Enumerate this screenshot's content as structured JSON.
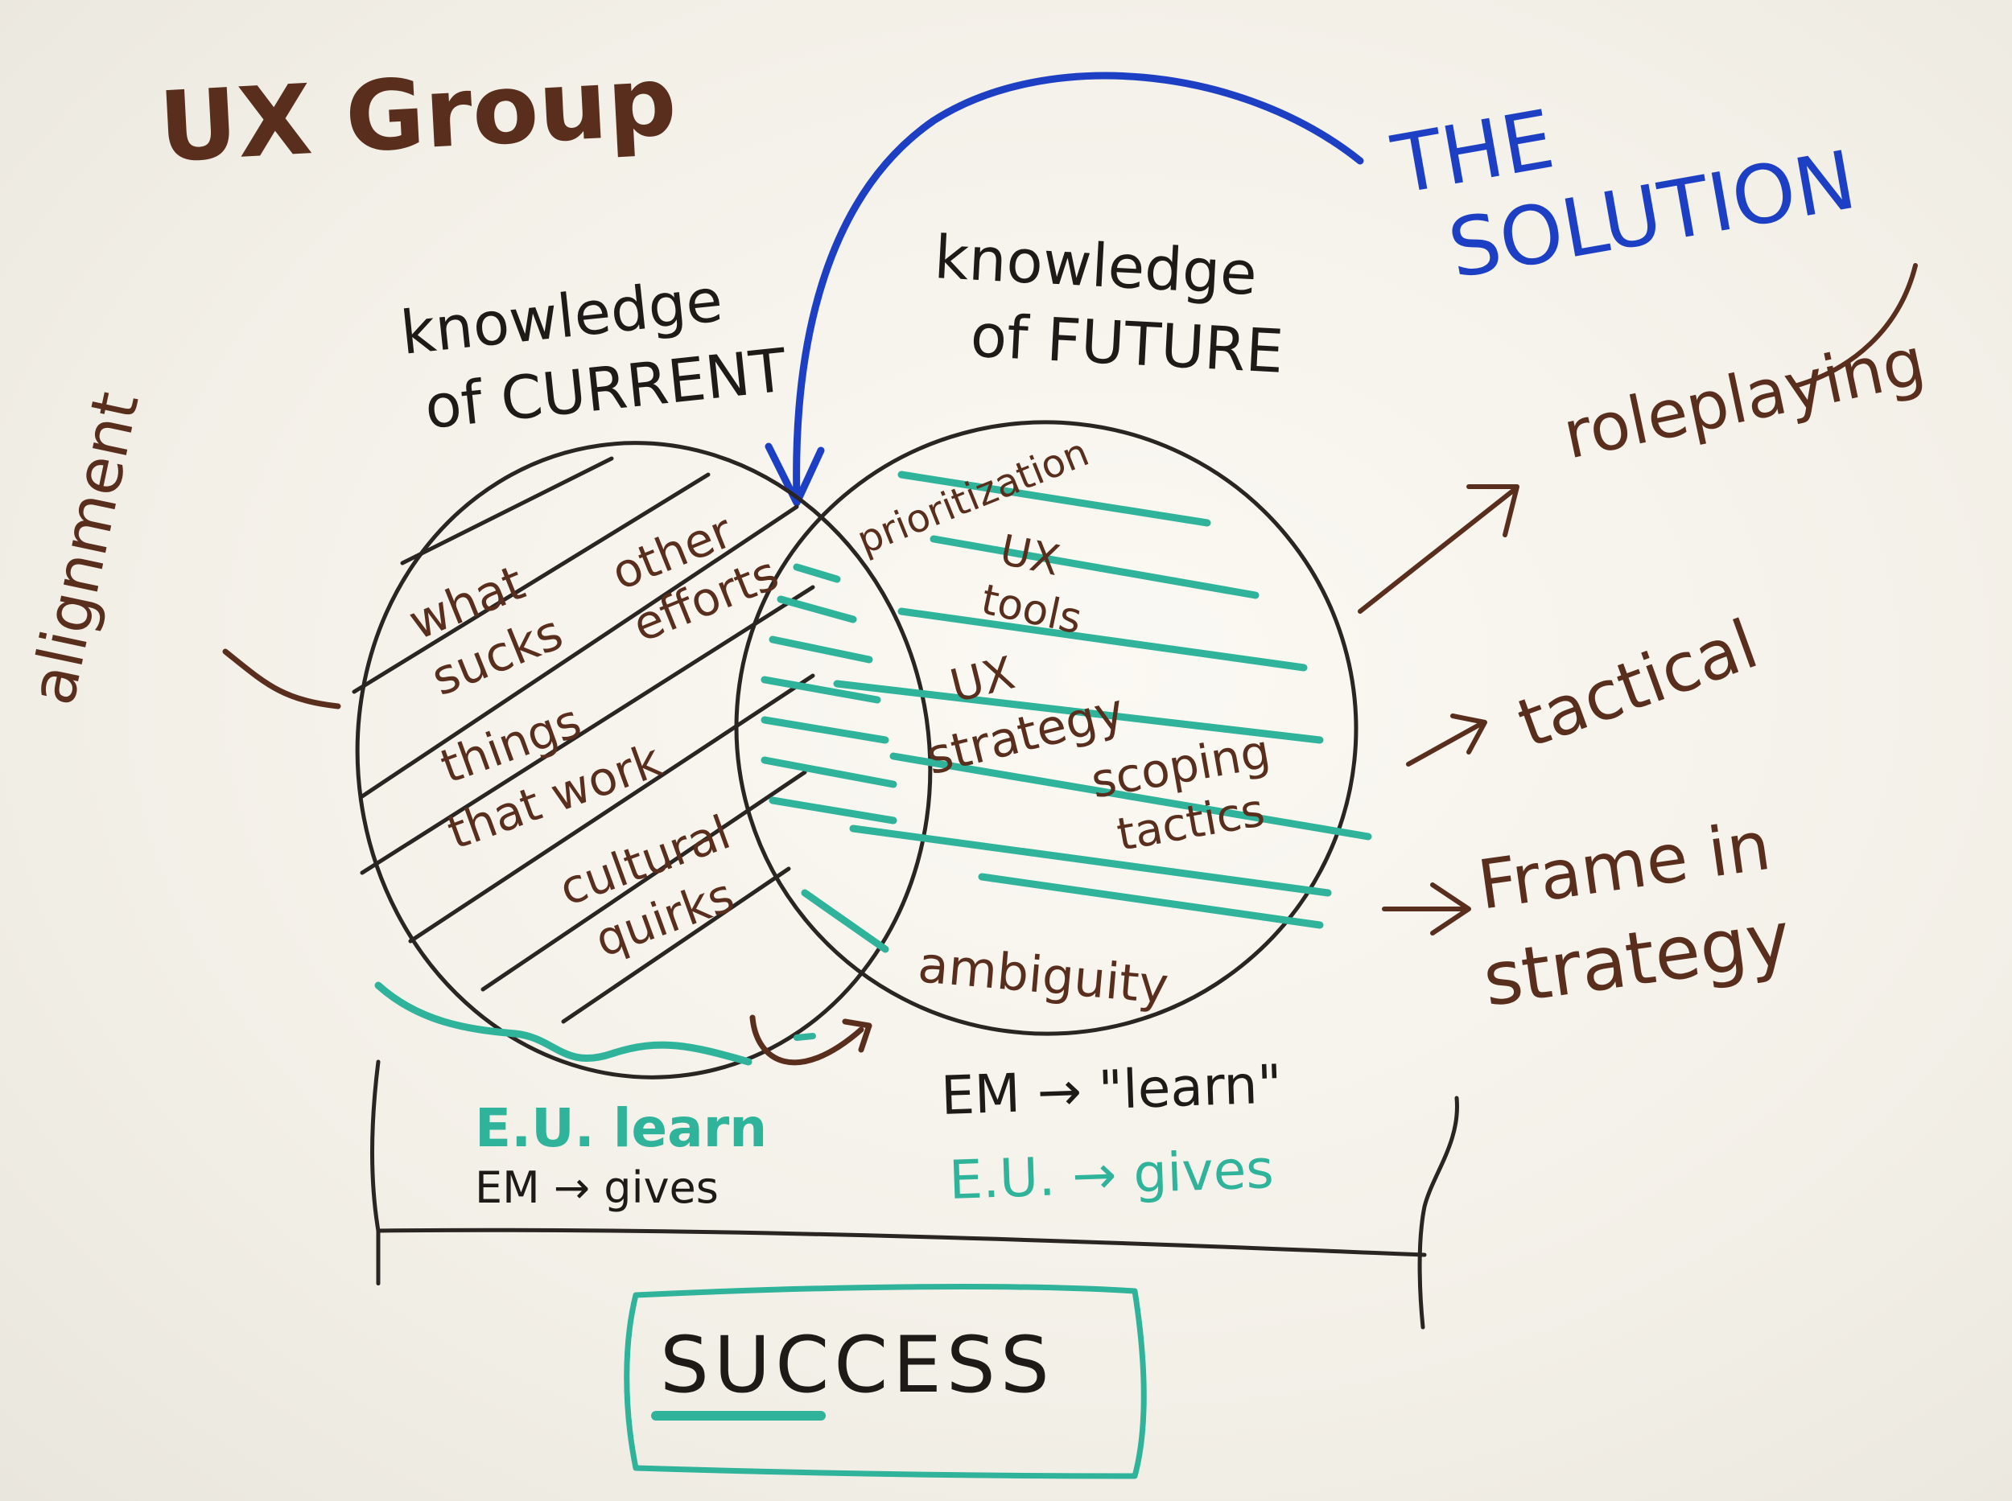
{
  "title": "UX Group",
  "solution": [
    "THE",
    "SOLUTION"
  ],
  "left_circle": {
    "heading": [
      "knowledge",
      "of CURRENT"
    ],
    "items": [
      [
        "what",
        "sucks"
      ],
      [
        "other",
        "efforts"
      ],
      [
        "things",
        "that work"
      ],
      [
        "cultural",
        "quirks"
      ]
    ]
  },
  "right_circle": {
    "heading": [
      "knowledge",
      "of FUTURE"
    ],
    "items": [
      [
        "prioritization"
      ],
      [
        "UX",
        "tools"
      ],
      [
        "UX",
        "strategy"
      ],
      [
        "scoping",
        "tactics"
      ],
      [
        "ambiguity"
      ]
    ]
  },
  "left_side": "alignment",
  "outcomes": {
    "roleplaying": "roleplaying",
    "tactical": "tactical",
    "frame": [
      "Frame in",
      "strategy"
    ]
  },
  "exchange": {
    "left_line1": "E.U. learn",
    "left_line2": "EM → gives",
    "right_line1": "EM → \"learn\"",
    "right_line2": "E.U. → gives"
  },
  "result": "SUCCESS",
  "colors": {
    "brown": "#5a2e1d",
    "black": "#1e1a17",
    "teal": "#2fb39a",
    "blue": "#1d3fc4",
    "board": "#f6f4ee"
  }
}
